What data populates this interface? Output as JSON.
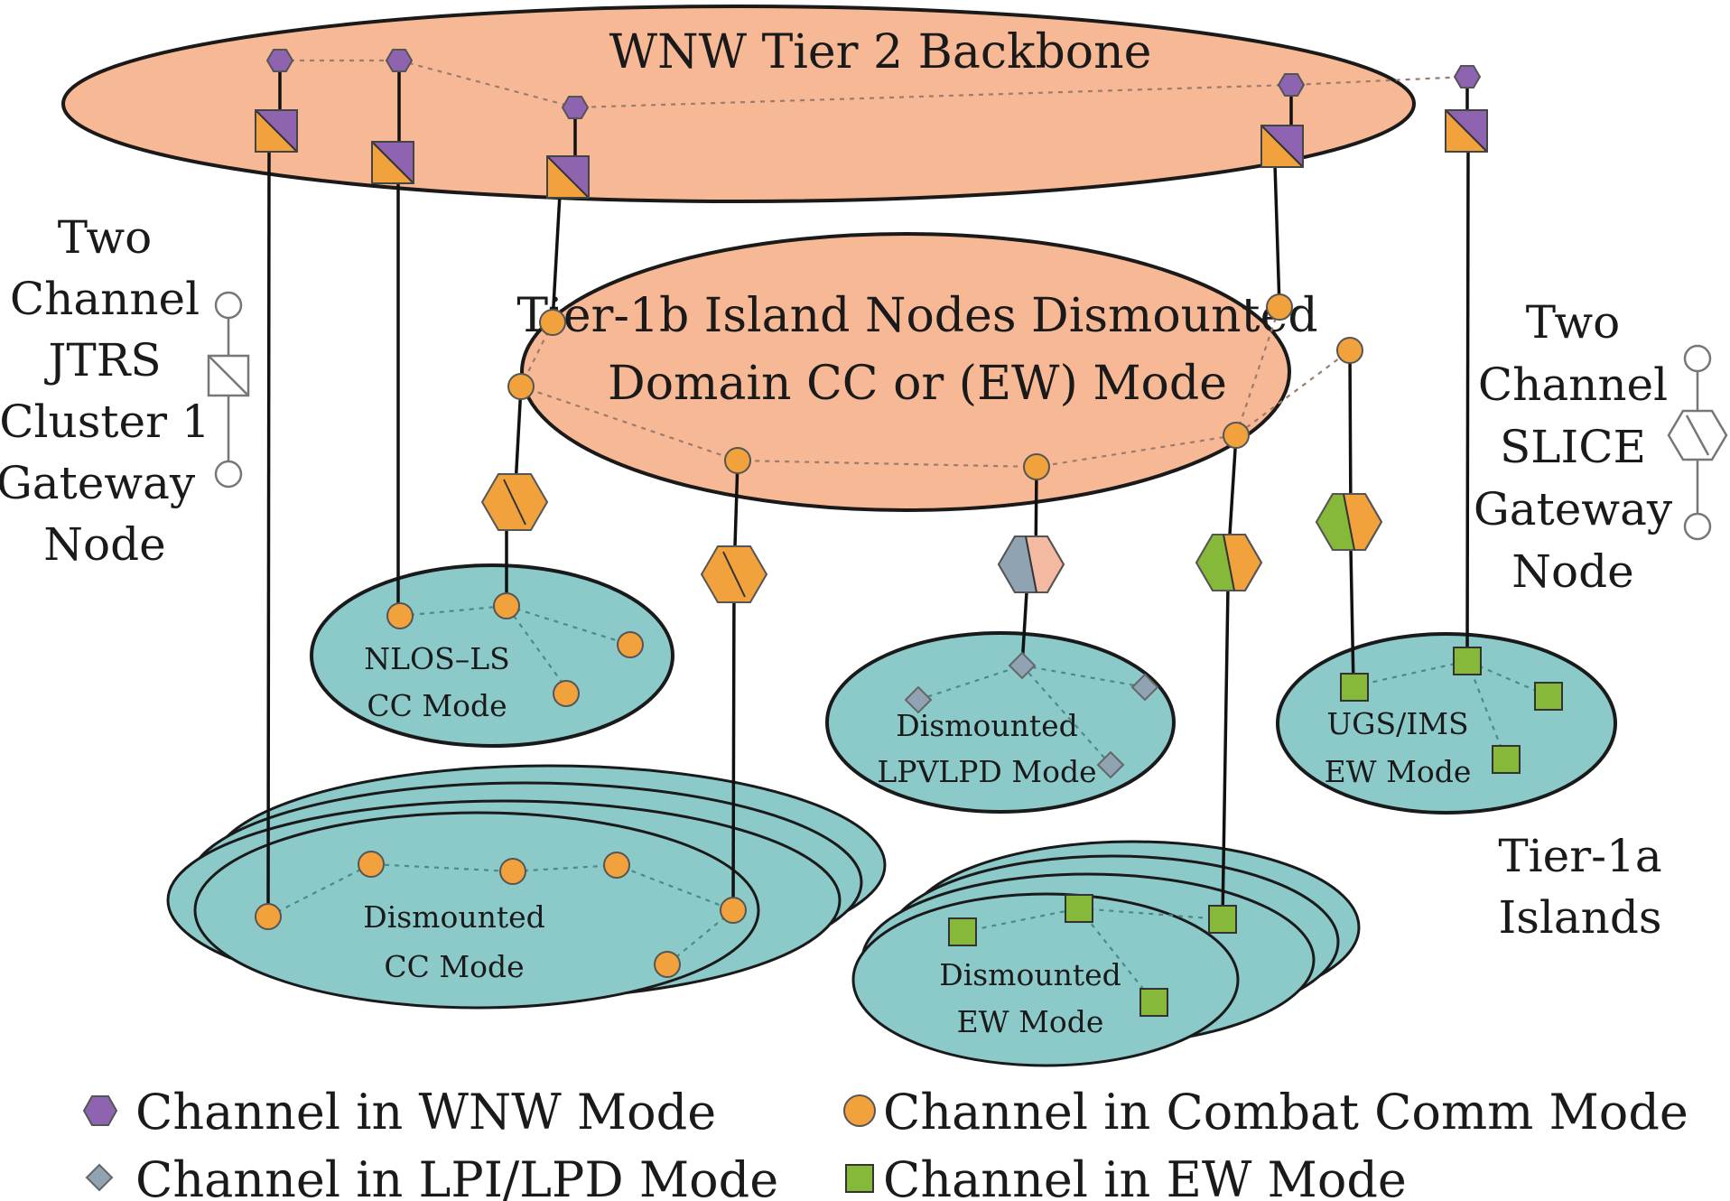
{
  "colors": {
    "wnw": "#8e63b0",
    "combat": "#f2a23c",
    "lpi": "#8fa3b2",
    "ew": "#86b93a",
    "tier2_fill": "#f7b995",
    "island_fill": "#8ccaca",
    "line": "#111111"
  },
  "labels": {
    "tier2": "WNW Tier 2 Backbone",
    "tier1b_line1": "Tier-1b Island Nodes Dismounted",
    "tier1b_line2": "Domain CC or (EW) Mode",
    "jtrs": [
      "Two",
      "Channel",
      "JTRS",
      "Cluster 1",
      "Gateway",
      "Node"
    ],
    "slice": [
      "Two",
      "Channel",
      "SLICE",
      "Gateway",
      "Node"
    ],
    "tier1a": [
      "Tier-1a",
      "Islands"
    ],
    "island_nlos": [
      "NLOS–LS",
      "CC Mode"
    ],
    "island_lpd": [
      "Dismounted",
      "LPVLPD Mode"
    ],
    "island_ugs": [
      "UGS/IMS",
      "EW Mode"
    ],
    "island_cc": [
      "Dismounted",
      "CC Mode"
    ],
    "island_ew": [
      "Dismounted",
      "EW Mode"
    ]
  },
  "legend": [
    {
      "icon": "wnw-hexagon-icon",
      "label": "Channel in WNW Mode"
    },
    {
      "icon": "combat-circle-icon",
      "label": "Channel in Combat Comm Mode"
    },
    {
      "icon": "lpi-diamond-icon",
      "label": "Channel in LPI/LPD Mode"
    },
    {
      "icon": "ew-square-icon",
      "label": "Channel in EW Mode"
    }
  ]
}
